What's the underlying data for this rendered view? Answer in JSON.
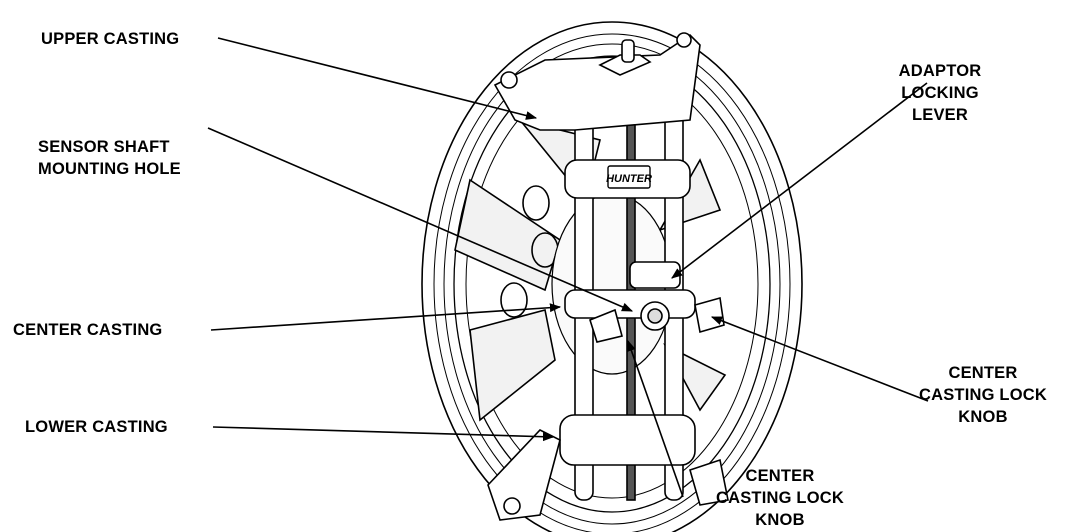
{
  "labels": {
    "upper_casting": "UPPER CASTING",
    "sensor_shaft": [
      "SENSOR  SHAFT",
      "MOUNTING HOLE"
    ],
    "center_casting": "CENTER CASTING",
    "lower_casting": "LOWER CASTING",
    "adaptor_lever": [
      "ADAPTOR",
      "LOCKING",
      "LEVER"
    ],
    "center_knob_right": [
      "CENTER",
      "CASTING LOCK",
      "KNOB"
    ],
    "center_knob_bottom": [
      "CENTER",
      "CASTING LOCK",
      "KNOB"
    ]
  },
  "logo_text": "HUNTER",
  "colors": {
    "ink": "#000000",
    "fill": "#ffffff",
    "shade": "#d9d9d9"
  }
}
